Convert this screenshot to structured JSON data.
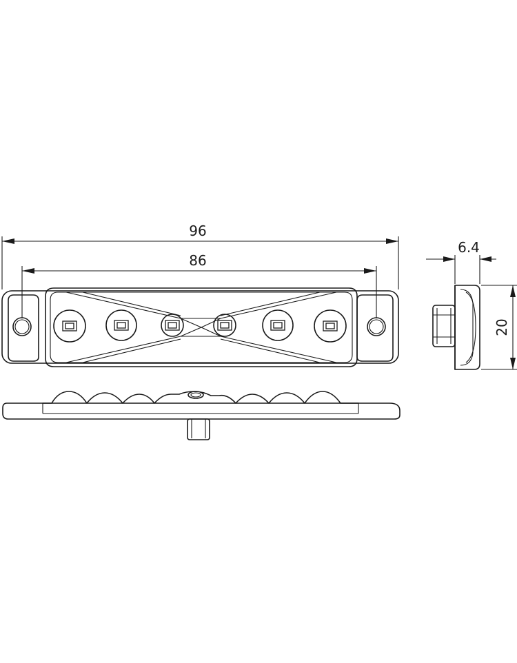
{
  "diagram": {
    "dimensions": {
      "overall_length": "96",
      "mount_hole_spacing": "86",
      "depth": "6.4",
      "height": "20"
    },
    "led_count": 6,
    "mount_holes": 2,
    "line_color": "#1a1a1a",
    "background": "#ffffff"
  }
}
